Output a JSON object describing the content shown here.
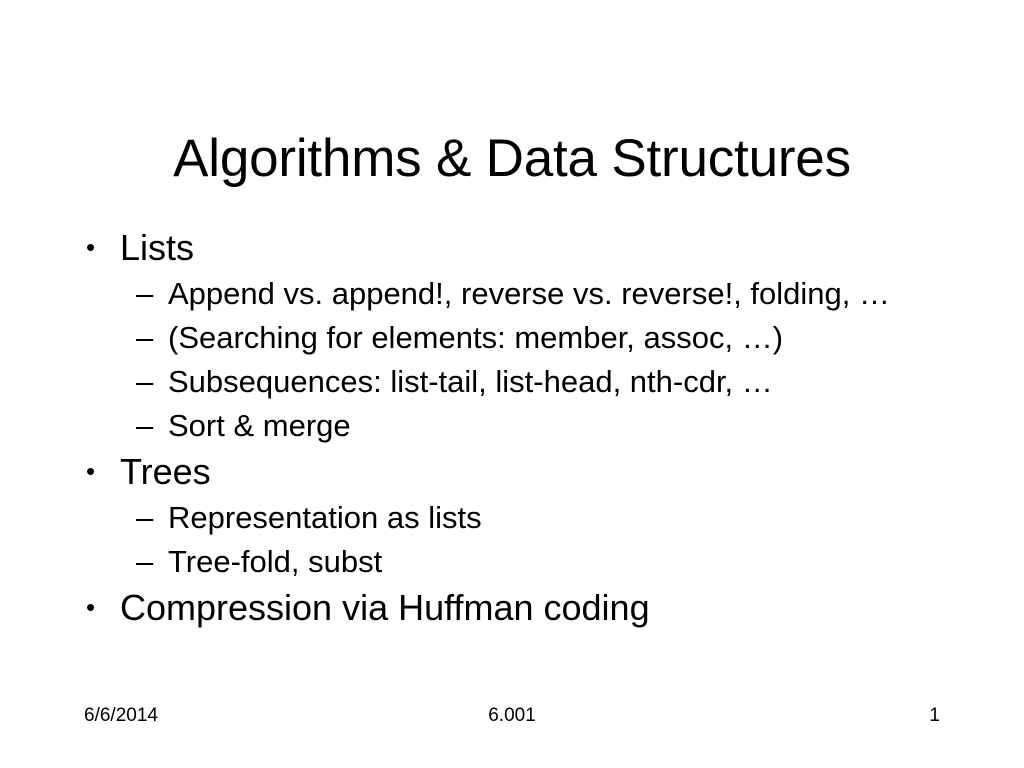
{
  "slide": {
    "title": "Algorithms & Data Structures",
    "background_color": "#ffffff",
    "text_color": "#000000",
    "bullet_marker": "•",
    "dash_marker": "–",
    "outline": [
      {
        "level": 1,
        "text": "Lists",
        "children": [
          {
            "level": 2,
            "text": "Append vs. append!, reverse vs. reverse!, folding, …"
          },
          {
            "level": 2,
            "text": "(Searching for elements: member, assoc, …)"
          },
          {
            "level": 2,
            "text": "Subsequences: list-tail, list-head, nth-cdr, …"
          },
          {
            "level": 2,
            "text": "Sort & merge"
          }
        ]
      },
      {
        "level": 1,
        "text": "Trees",
        "children": [
          {
            "level": 2,
            "text": "Representation as lists"
          },
          {
            "level": 2,
            "text": "Tree-fold, subst"
          }
        ]
      },
      {
        "level": 1,
        "text": "Compression via Huffman coding",
        "children": []
      }
    ]
  },
  "footer": {
    "date": "6/6/2014",
    "course": "6.001",
    "page_number": "1"
  }
}
